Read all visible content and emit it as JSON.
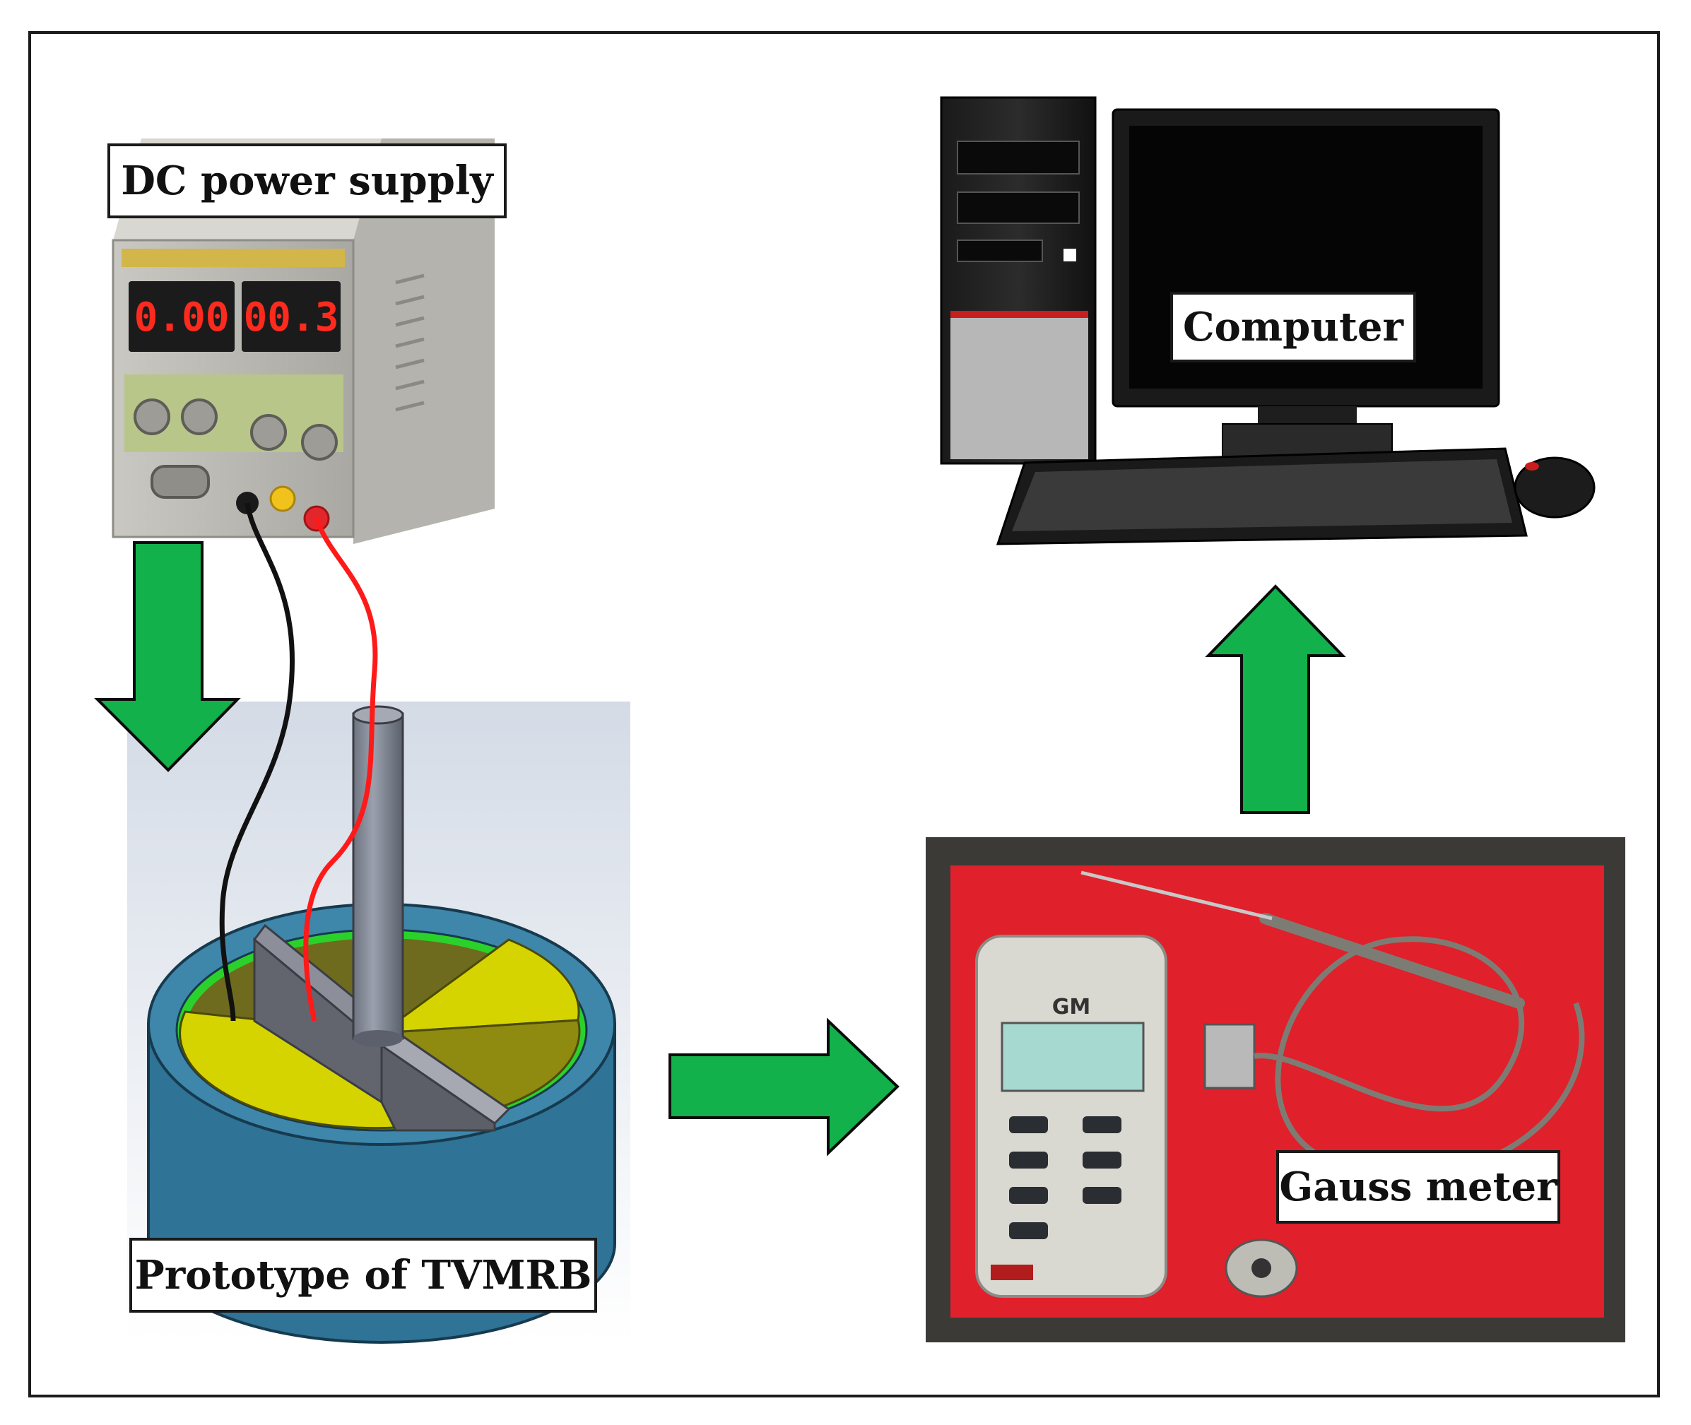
{
  "labels": {
    "dc_power_supply": "DC power supply",
    "computer": "Computer",
    "prototype": "Prototype of TVMRB",
    "gauss_meter": "Gauss meter"
  },
  "devices": {
    "psu_current_display": "0.00",
    "psu_voltage_display": "00.3",
    "gaussmeter_brand": "GM"
  },
  "colors": {
    "arrow": "#12b14b",
    "arrow_outline": "#0b0b0b",
    "mr_fluid_yellow": "#d6d400",
    "housing_blue": "#2f7396",
    "felt_red": "#e0202a",
    "wire_red": "#ff1a1a",
    "wire_black": "#111111"
  },
  "flow_arrows": [
    {
      "name": "arrow-psu-to-prototype",
      "direction": "down"
    },
    {
      "name": "arrow-prototype-to-gaussmeter",
      "direction": "right"
    },
    {
      "name": "arrow-gaussmeter-to-computer",
      "direction": "up"
    }
  ]
}
